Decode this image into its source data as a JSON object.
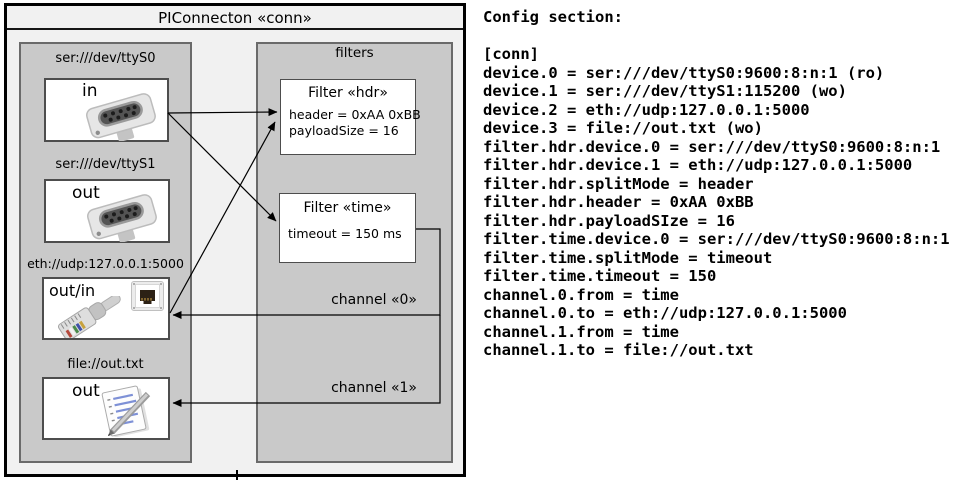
{
  "diagram": {
    "frame_title": "PIConnecton «conn»",
    "devices": [
      {
        "label": "ser:///dev/ttyS0",
        "port": "in",
        "icon": "serial-connector"
      },
      {
        "label": "ser:///dev/ttyS1",
        "port": "out",
        "icon": "serial-connector"
      },
      {
        "label": "eth://udp:127.0.0.1:5000",
        "port": "out/in",
        "icon": "ethernet-plug"
      },
      {
        "label": "file://out.txt",
        "port": "out",
        "icon": "notepad"
      }
    ],
    "filters_title": "filters",
    "filters": [
      {
        "title": "Filter «hdr»",
        "properties": [
          "header = 0xAA 0xBB",
          "payloadSize = 16"
        ]
      },
      {
        "title": "Filter «time»",
        "properties": [
          "timeout = 150 ms"
        ]
      }
    ],
    "channels": [
      {
        "label": "channel «0»"
      },
      {
        "label": "channel «1»"
      }
    ]
  },
  "config": {
    "heading": "Config section:",
    "lines": [
      "[conn]",
      "device.0 = ser:///dev/ttyS0:9600:8:n:1 (ro)",
      "device.1 = ser:///dev/ttyS1:115200 (wo)",
      "device.2 = eth://udp:127.0.0.1:5000",
      "device.3 = file://out.txt (wo)",
      "filter.hdr.device.0 = ser:///dev/ttyS0:9600:8:n:1",
      "filter.hdr.device.1 = eth://udp:127.0.0.1:5000",
      "filter.hdr.splitMode = header",
      "filter.hdr.header = 0xAA 0xBB",
      "filter.hdr.payloadSIze = 16",
      "filter.time.device.0 = ser:///dev/ttyS0:9600:8:n:1",
      "filter.time.splitMode = timeout",
      "filter.time.timeout = 150",
      "channel.0.from = time",
      "channel.0.to = eth://udp:127.0.0.1:5000",
      "channel.1.from = time",
      "channel.1.to = file://out.txt"
    ]
  },
  "colors": {
    "frame_fill": "#f1f1f1",
    "panel_fill": "#c9c9c9",
    "box_fill": "#ffffff",
    "line": "#000000"
  }
}
